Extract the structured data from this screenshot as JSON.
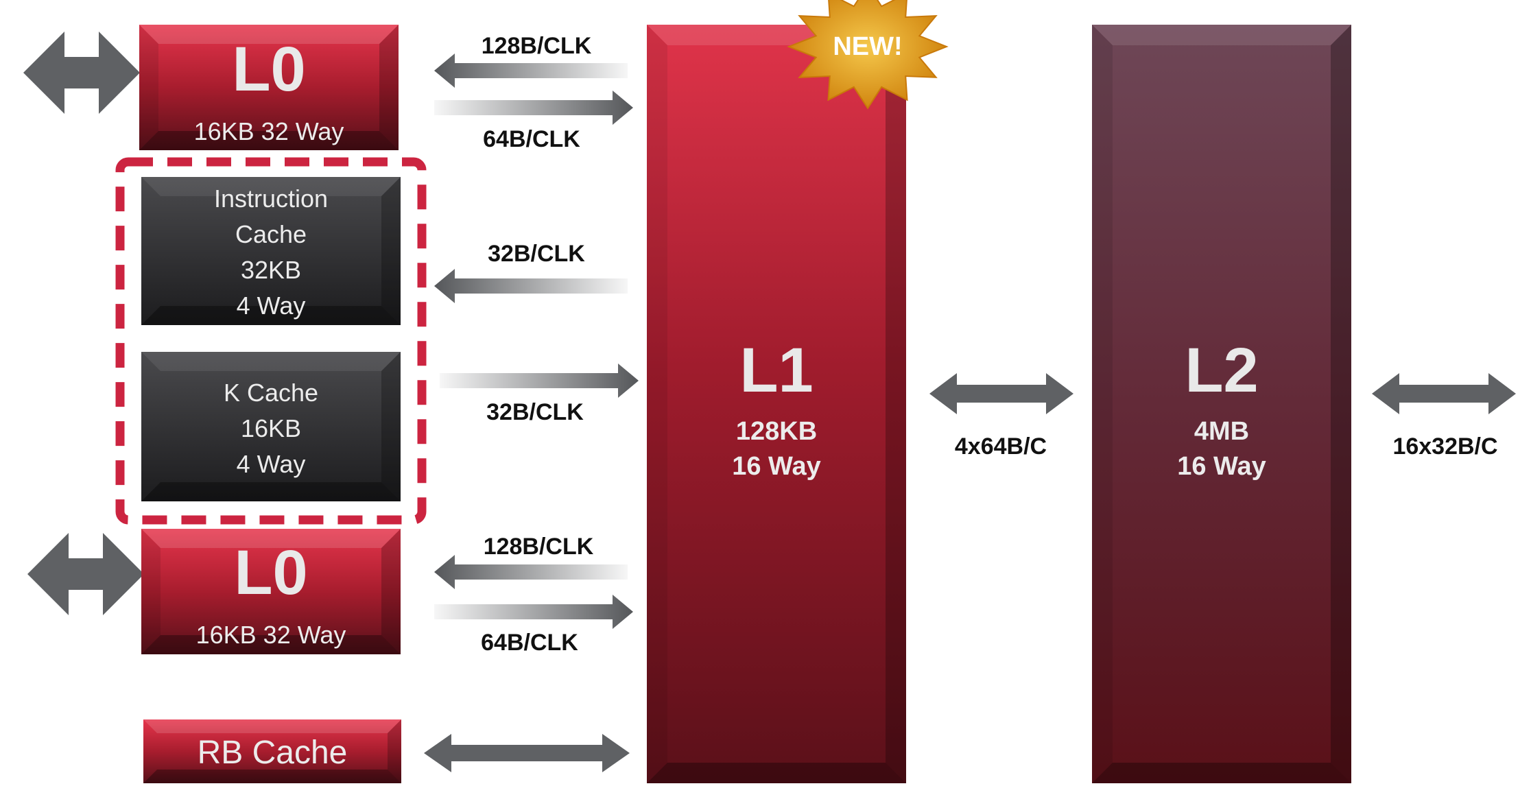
{
  "colors": {
    "red_top": "#e6354c",
    "red_bottom": "#561019",
    "dark_top": "#4a4a4d",
    "dark_bottom": "#1c1c1e",
    "l2_top": "#6e4757",
    "l2_bottom": "#5a1018",
    "dash": "#cc2440",
    "burst": "#e8a21b",
    "arrow": "#5f6164"
  },
  "icons": [
    "double-arrow-icon",
    "arrow-left-icon",
    "arrow-right-icon",
    "starburst-icon"
  ],
  "blocks": {
    "l0_top": {
      "title": "L0",
      "sub": "16KB 32 Way"
    },
    "instruction_cache": {
      "line1": "Instruction",
      "line2": "Cache",
      "line3": "32KB",
      "line4": "4 Way"
    },
    "k_cache": {
      "line1": "K Cache",
      "line2": "16KB",
      "line3": "4 Way"
    },
    "l0_bottom": {
      "title": "L0",
      "sub": "16KB 32 Way"
    },
    "rb_cache": {
      "title": "RB Cache"
    },
    "l1": {
      "title": "L1",
      "size": "128KB",
      "ways": "16 Way",
      "badge": "NEW!"
    },
    "l2": {
      "title": "L2",
      "size": "4MB",
      "ways": "16 Way"
    }
  },
  "links": {
    "l0_top_read": "128B/CLK",
    "l0_top_write": "64B/CLK",
    "icache_read": "32B/CLK",
    "kcache_write": "32B/CLK",
    "l0_bottom_read": "128B/CLK",
    "l0_bottom_write": "64B/CLK",
    "l1_l2": "4x64B/C",
    "l2_out": "16x32B/C"
  }
}
